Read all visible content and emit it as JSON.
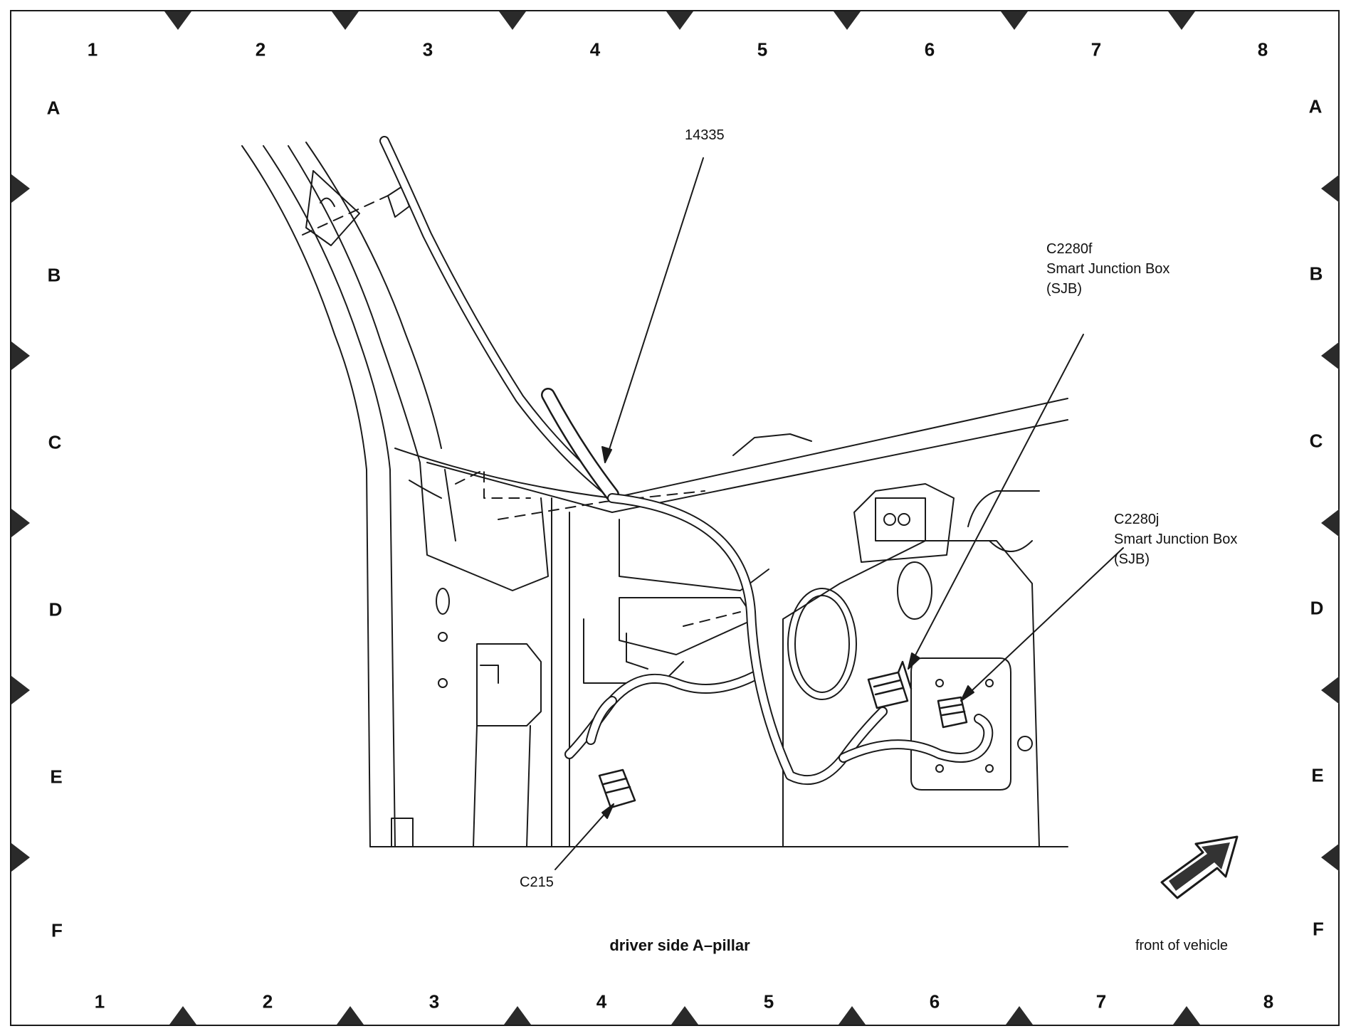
{
  "grid": {
    "columns": [
      "1",
      "2",
      "3",
      "4",
      "5",
      "6",
      "7",
      "8"
    ],
    "rows": [
      "A",
      "B",
      "C",
      "D",
      "E",
      "F"
    ]
  },
  "callouts": {
    "harness": "14335",
    "c2280f": {
      "id": "C2280f",
      "line1": "Smart Junction Box",
      "line2": "(SJB)"
    },
    "c2280j": {
      "id": "C2280j",
      "line1": "Smart Junction Box",
      "line2": "(SJB)"
    },
    "c215": "C215"
  },
  "caption": "driver side A–pillar",
  "orientation_note": "front of vehicle",
  "icons": {
    "orientation": "front-arrow-icon"
  },
  "colors": {
    "line": "#1a1a1a",
    "marker": "#2a2a2a",
    "arrow_fill": "#333333"
  }
}
